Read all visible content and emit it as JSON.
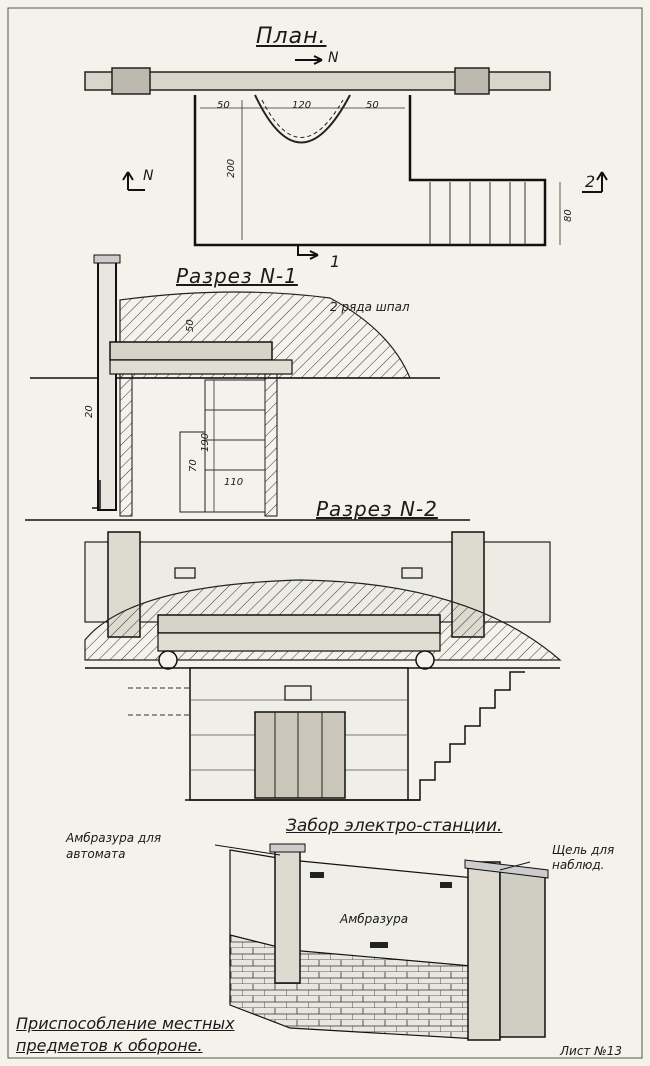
{
  "plan": {
    "title": "План.",
    "north_marker": "N",
    "section_marker_left": "N",
    "section_num_1": "1",
    "section_num_2": "2",
    "dim_50_left": "50",
    "dim_120": "120",
    "dim_50_right": "50",
    "dim_200": "200",
    "dim_80": "80"
  },
  "section1": {
    "title": "Разрез N-1",
    "note_sleepers": "2 ряда шпал",
    "dim_50": "50",
    "dim_20": "20",
    "dim_190": "190",
    "dim_110": "110",
    "dim_70": "70"
  },
  "section2": {
    "title": "Разрез N-2"
  },
  "fence": {
    "title": "Забор электро-станции.",
    "note_loophole_gun": "Амбразура для автомата",
    "note_slit_observe": "Щель для наблюд.",
    "note_loophole": "Амбразура"
  },
  "caption": {
    "line1": "Приспособление местных",
    "line2": "предметов к обороне."
  },
  "sheet": {
    "number": "Лист №13"
  }
}
